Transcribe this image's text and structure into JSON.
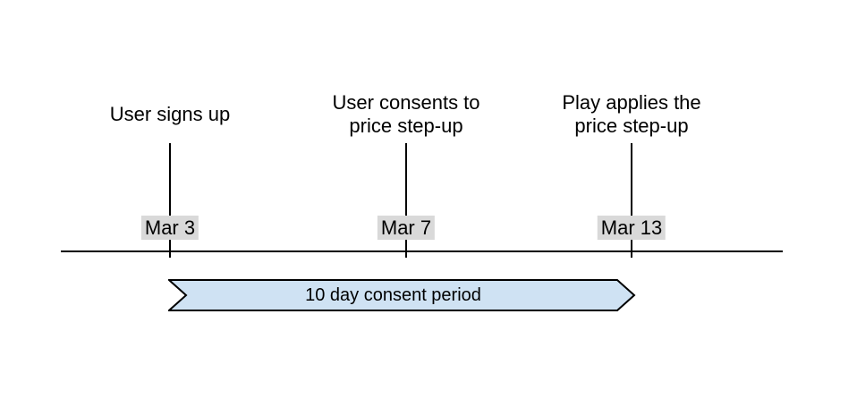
{
  "timeline": {
    "events": [
      {
        "label": "User signs up",
        "date": "Mar 3"
      },
      {
        "label": "User consents to\nprice step-up",
        "date": "Mar 7"
      },
      {
        "label": "Play applies the\nprice step-up",
        "date": "Mar 13"
      }
    ],
    "period_banner": {
      "label": "10 day consent period"
    },
    "colors": {
      "banner_fill": "#cfe2f3",
      "banner_stroke": "#000000",
      "date_badge_bg": "#d9d9d9",
      "line": "#000000",
      "text": "#000000"
    }
  }
}
